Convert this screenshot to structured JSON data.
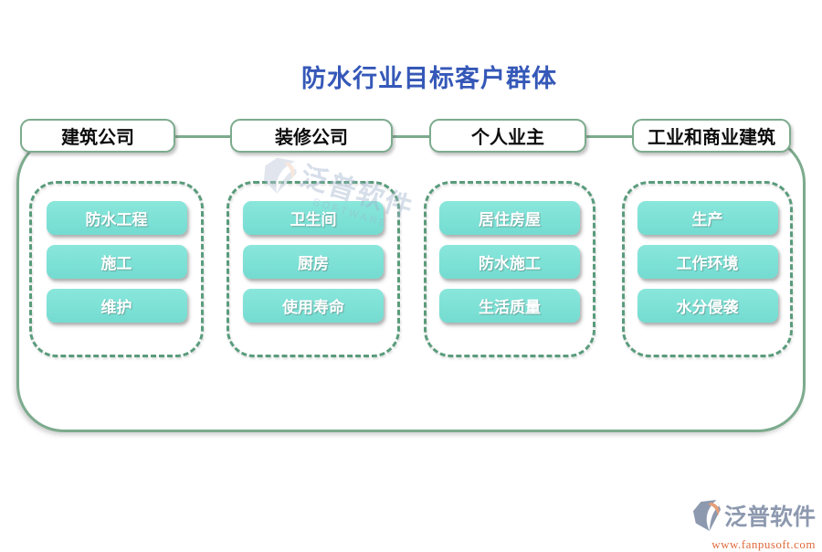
{
  "page": {
    "title": "防水行业目标客户群体"
  },
  "colors": {
    "title_blue": "#3558b8",
    "outline_green": "#7cab8d",
    "dashed_green": "#5a9c7c",
    "item_teal": "#7de1d6",
    "brand_text_gray": "#8d99af",
    "brand_orange": "#e06a3a"
  },
  "groups": [
    {
      "header": "建筑公司",
      "items": [
        "防水工程",
        "施工",
        "维护"
      ]
    },
    {
      "header": "装修公司",
      "items": [
        "卫生间",
        "厨房",
        "使用寿命"
      ]
    },
    {
      "header": "个人业主",
      "items": [
        "居住房屋",
        "防水施工",
        "生活质量"
      ]
    },
    {
      "header": "工业和商业建筑",
      "items": [
        "生产",
        "工作环境",
        "水分侵袭"
      ]
    }
  ],
  "watermark": {
    "name": "泛普软件",
    "subtext": "SOFTWARE"
  },
  "branding": {
    "name": "泛普软件",
    "url": "www.fanpusoft.com"
  }
}
